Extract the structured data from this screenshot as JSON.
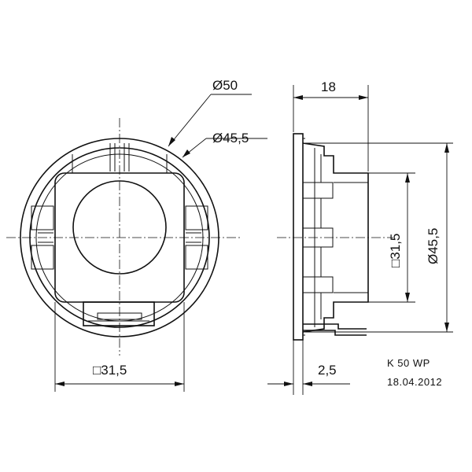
{
  "front_view": {
    "outer_diameter_label": "Ø50",
    "inner_diameter_label": "Ø45,5",
    "square_width_label": "□31,5"
  },
  "side_view": {
    "depth_label": "18",
    "flange_thickness_label": "2,5",
    "square_height_label": "□31,5",
    "diameter_label": "Ø45,5"
  },
  "title_block": {
    "model": "K 50 WP",
    "date": "18.04.2012"
  }
}
